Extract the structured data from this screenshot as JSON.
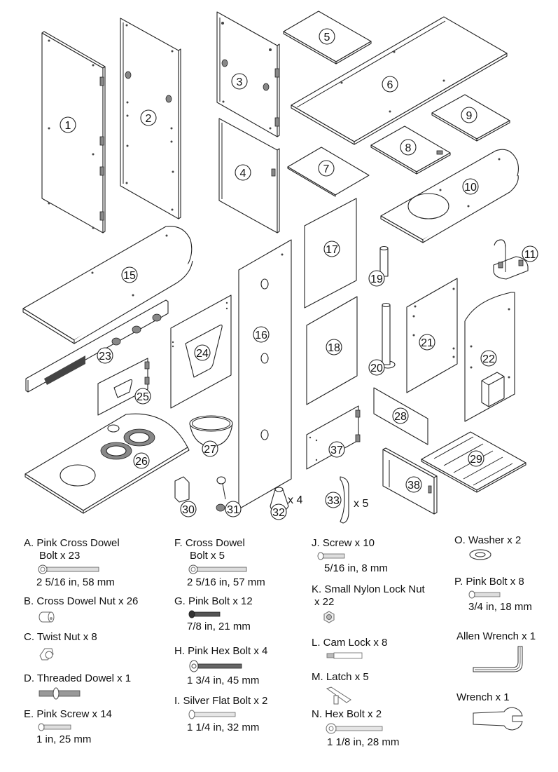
{
  "parts": [
    {
      "id": "1"
    },
    {
      "id": "2"
    },
    {
      "id": "3"
    },
    {
      "id": "4"
    },
    {
      "id": "5"
    },
    {
      "id": "6"
    },
    {
      "id": "7"
    },
    {
      "id": "8"
    },
    {
      "id": "9"
    },
    {
      "id": "10"
    },
    {
      "id": "11"
    },
    {
      "id": "15"
    },
    {
      "id": "16"
    },
    {
      "id": "17"
    },
    {
      "id": "18"
    },
    {
      "id": "19"
    },
    {
      "id": "20"
    },
    {
      "id": "21"
    },
    {
      "id": "22"
    },
    {
      "id": "23"
    },
    {
      "id": "24"
    },
    {
      "id": "25"
    },
    {
      "id": "26"
    },
    {
      "id": "27"
    },
    {
      "id": "28"
    },
    {
      "id": "29"
    },
    {
      "id": "30"
    },
    {
      "id": "31"
    },
    {
      "id": "32",
      "qty": "x 4"
    },
    {
      "id": "33",
      "qty": "x 5"
    },
    {
      "id": "37"
    },
    {
      "id": "38"
    }
  ],
  "hardware": {
    "A": {
      "line1": "A. Pink Cross Dowel",
      "line2": "Bolt x 23",
      "spec": "2 5/16 in, 58 mm",
      "icon": "cross-dowel-bolt-icon"
    },
    "B": {
      "line1": "B. Cross Dowel Nut x 26",
      "icon": "cross-dowel-nut-icon"
    },
    "C": {
      "line1": "C. Twist Nut x 8",
      "icon": "twist-nut-icon"
    },
    "D": {
      "line1": "D. Threaded Dowel x 1",
      "icon": "threaded-dowel-icon"
    },
    "E": {
      "line1": "E. Pink Screw x 14",
      "spec": "1 in, 25 mm",
      "icon": "screw-icon"
    },
    "F": {
      "line1": "F. Cross Dowel",
      "line2": "Bolt x 5",
      "spec": "2 5/16 in, 57 mm",
      "icon": "cross-dowel-bolt-icon"
    },
    "G": {
      "line1": "G. Pink Bolt x 12",
      "spec": "7/8 in, 21 mm",
      "icon": "bolt-icon"
    },
    "H": {
      "line1": "H. Pink Hex Bolt x 4",
      "spec": "1 3/4 in, 45 mm",
      "icon": "hex-bolt-icon"
    },
    "I": {
      "line1": "I. Silver Flat Bolt x 2",
      "spec": "1 1/4 in, 32 mm",
      "icon": "flat-bolt-icon"
    },
    "J": {
      "line1": "J. Screw x 10",
      "spec": "5/16 in, 8 mm",
      "icon": "screw-icon"
    },
    "K": {
      "line1": "K. Small Nylon Lock Nut",
      "line2": "x 22",
      "icon": "lock-nut-icon"
    },
    "L": {
      "line1": "L. Cam Lock x 8",
      "icon": "cam-lock-icon"
    },
    "M": {
      "line1": "M. Latch x 5",
      "icon": "latch-icon"
    },
    "N": {
      "line1": "N. Hex Bolt x 2",
      "spec": "1 1/8 in, 28 mm",
      "icon": "hex-bolt-icon"
    },
    "O": {
      "line1": "O. Washer x 2",
      "icon": "washer-icon"
    },
    "P": {
      "line1": "P. Pink Bolt x 8",
      "spec": "3/4 in, 18 mm",
      "icon": "bolt-icon"
    },
    "allen": {
      "line1": "Allen Wrench x 1",
      "icon": "allen-wrench-icon"
    },
    "wrench": {
      "line1": "Wrench x 1",
      "icon": "wrench-icon"
    }
  }
}
